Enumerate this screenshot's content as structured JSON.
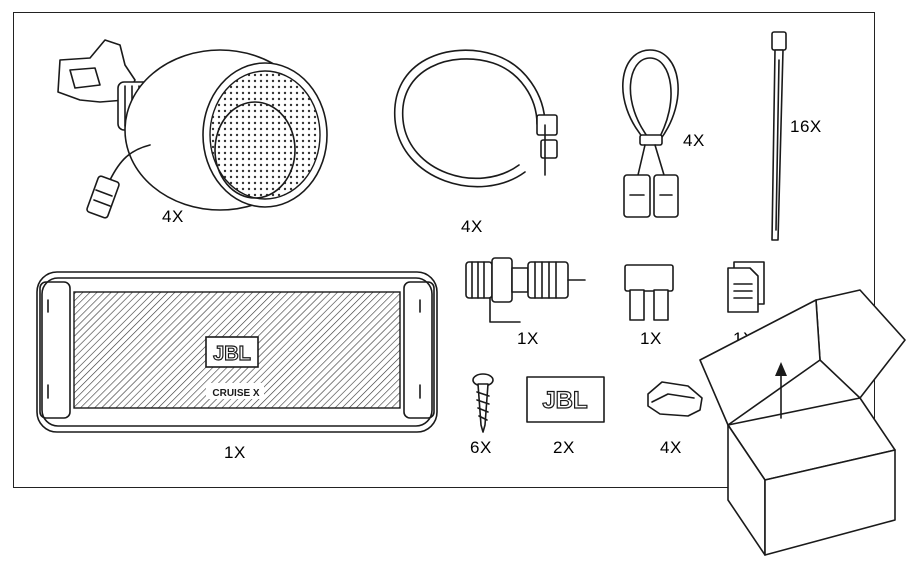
{
  "items": {
    "speaker": {
      "qty": "4X"
    },
    "clamp": {
      "qty": "4X"
    },
    "cable": {
      "qty": "4X"
    },
    "zip_tie": {
      "qty": "16X"
    },
    "amplifier": {
      "qty": "1X",
      "logo": "JBL",
      "model": "CRUISE X"
    },
    "switch": {
      "qty": "1X"
    },
    "fuse": {
      "qty": "1X"
    },
    "manual": {
      "qty": "1X"
    },
    "screw": {
      "qty": "6X"
    },
    "sticker": {
      "qty": "2X",
      "logo": "JBL"
    },
    "connector": {
      "qty": "4X"
    }
  },
  "colors": {
    "line": "#1a1a1a",
    "background": "#ffffff"
  }
}
